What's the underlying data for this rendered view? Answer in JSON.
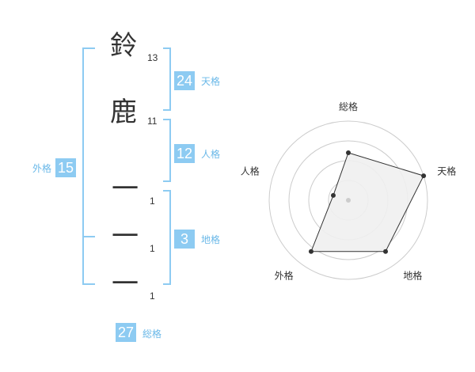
{
  "name": {
    "characters": [
      {
        "char": "鈴",
        "strokes": "13"
      },
      {
        "char": "鹿",
        "strokes": "11"
      },
      {
        "char": "一",
        "strokes": "1"
      },
      {
        "char": "一",
        "strokes": "1"
      },
      {
        "char": "一",
        "strokes": "1"
      }
    ]
  },
  "kakusu": {
    "tenkaku": {
      "value": "24",
      "label": "天格"
    },
    "jinkaku": {
      "value": "12",
      "label": "人格"
    },
    "chikaku": {
      "value": "3",
      "label": "地格"
    },
    "gaikaku": {
      "value": "15",
      "label": "外格"
    },
    "soukaku": {
      "value": "27",
      "label": "総格"
    }
  },
  "chart_data": {
    "type": "radar",
    "axes": [
      "総格",
      "天格",
      "地格",
      "外格",
      "人格"
    ],
    "values": [
      3,
      5,
      4,
      4,
      1
    ],
    "max": 5,
    "rings": 4
  },
  "colors": {
    "accent": "#8dcbf2",
    "label": "#6ab8e8",
    "text": "#333333",
    "grid": "#cccccc",
    "fill": "#f0f0f0"
  }
}
